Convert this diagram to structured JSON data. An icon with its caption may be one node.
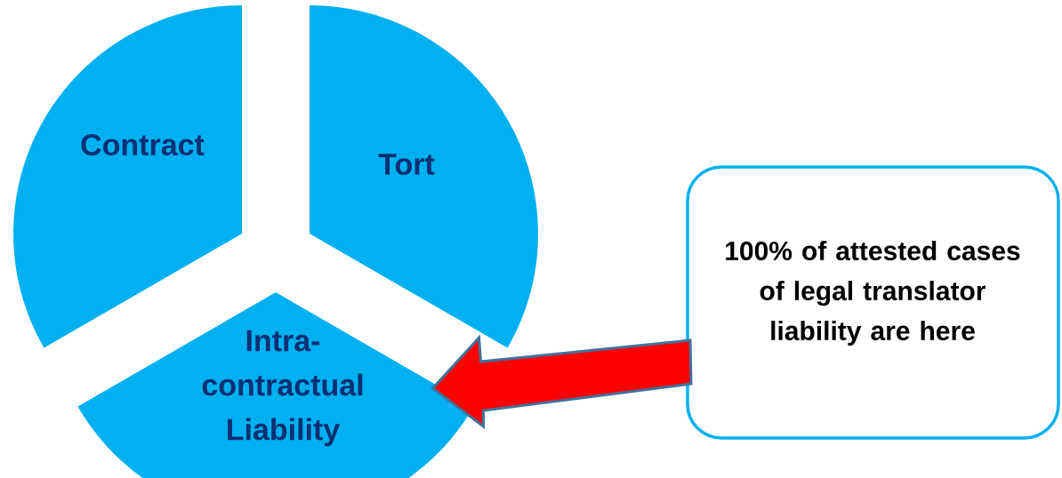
{
  "diagram": {
    "nodes": [
      {
        "text": [
          "Contract"
        ]
      },
      {
        "text": [
          "Tort"
        ]
      },
      {
        "text": [
          "Intra- contractual Liability"
        ]
      },
      {
        "text": [
          "100% of attested cases of legal translator liability are here"
        ]
      }
    ],
    "edges": [
      {
        "from": 3,
        "to": 2,
        "arrow": "to",
        "color": "#ff0000"
      }
    ]
  }
}
